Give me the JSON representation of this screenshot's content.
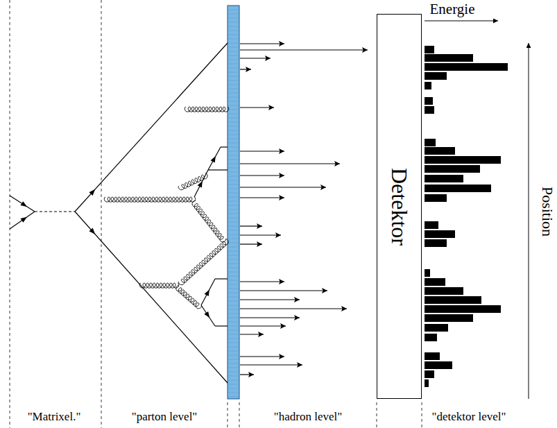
{
  "diagram": {
    "nodes": [
      {
        "text": [
          "Detektor"
        ]
      }
    ],
    "labels": [
      "Energie",
      "Position",
      "\"Matrixel.\"",
      "\"parton level\"",
      "\"hadron level\"",
      "\"detektor level\""
    ]
  }
}
